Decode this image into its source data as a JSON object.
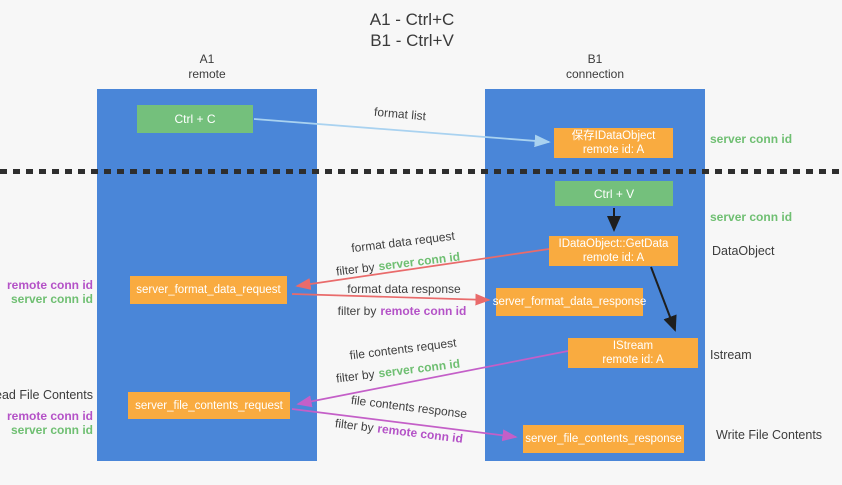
{
  "title": {
    "line1": "A1 - Ctrl+C",
    "line2": "B1 - Ctrl+V"
  },
  "columns": {
    "a1": {
      "title": "A1",
      "subtitle": "remote"
    },
    "b1": {
      "title": "B1",
      "subtitle": "connection"
    }
  },
  "nodes": {
    "ctrl_c": {
      "label": "Ctrl + C"
    },
    "ctrl_v": {
      "label": "Ctrl + V"
    },
    "save_dataobject": {
      "line1": "保存IDataObject",
      "line2": "remote id: A"
    },
    "getdata": {
      "line1": "IDataObject::GetData",
      "line2": "remote id: A"
    },
    "istream": {
      "line1": "IStream",
      "line2": "remote id: A"
    },
    "server_format_data_request": {
      "label": "server_format_data_request"
    },
    "server_format_data_response": {
      "label": "server_format_data_response"
    },
    "server_file_contents_request": {
      "label": "server_file_contents_request"
    },
    "server_file_contents_response": {
      "label": "server_file_contents_response"
    }
  },
  "flow_labels": {
    "format_list": "format list",
    "format_data_request": "format data request",
    "format_data_response": "format data response",
    "file_contents_request": "file contents request",
    "file_contents_response": "file contents response",
    "filter_by": "filter by",
    "server_conn_id": "server conn id",
    "remote_conn_id": "remote conn id"
  },
  "left_labels": {
    "remote_conn_id_1": "remote conn id",
    "server_conn_id_1": "server conn id",
    "read_file_contents": "Read File Contents",
    "remote_conn_id_2": "remote conn id",
    "server_conn_id_2": "server conn id"
  },
  "right_labels": {
    "server_conn_id_1": "server conn id",
    "server_conn_id_2": "server conn id",
    "dataobject": "DataObject",
    "istream": "Istream",
    "write_file_contents": "Write File Contents"
  },
  "colors": {
    "column_blue": "#4a86d8",
    "box_orange": "#f9ab40",
    "box_green": "#74c07c",
    "arrow_light_blue": "#a9d2f0",
    "arrow_red": "#e96b6b",
    "arrow_magenta": "#c45fc8",
    "arrow_black": "#1e1e1e",
    "text_green": "#6fbf72",
    "text_purple": "#b452c7",
    "text_dark": "#3c3c3c",
    "background": "#f7f7f7"
  }
}
